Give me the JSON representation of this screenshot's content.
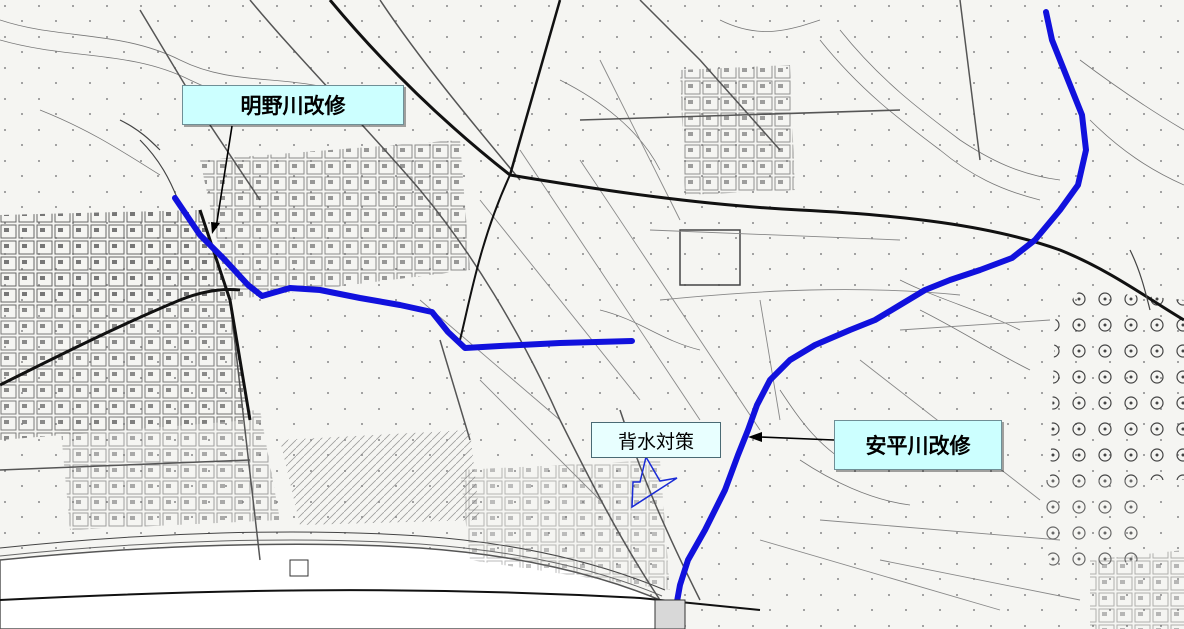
{
  "map": {
    "labels": {
      "akeno_river": "明野川改修",
      "backwater": "背水対策",
      "yasuhira_river": "安平川改修"
    },
    "colors": {
      "river_improvement": "#1111dd",
      "label_fill": "#ccffff",
      "label_fill_light": "#e8ffff",
      "backwater_outline": "#1a2bd6",
      "arrow": "#000000"
    },
    "icons": {
      "backwater_zone": "arrow-shaped-polygon-outline"
    }
  }
}
